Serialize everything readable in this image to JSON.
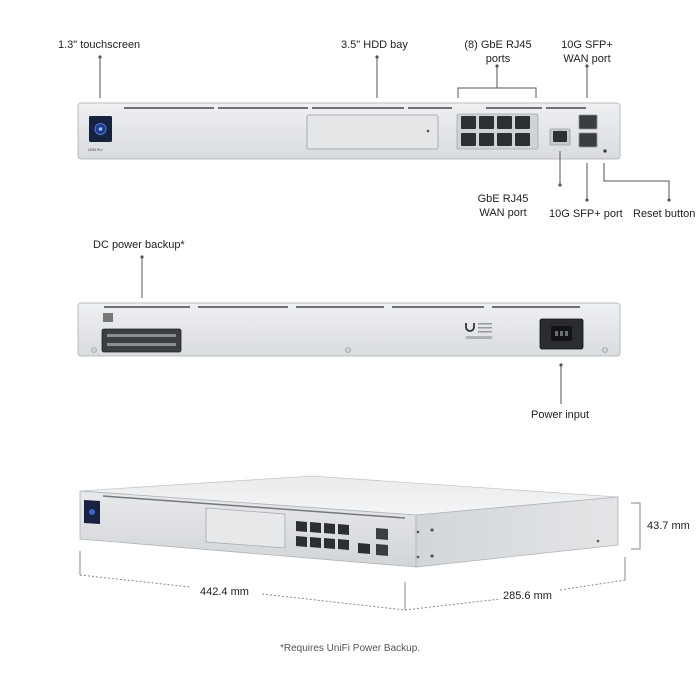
{
  "front_view": {
    "labels": {
      "touchscreen": "1.3\" touchscreen",
      "hdd_bay": "3.5\" HDD bay",
      "rj45_ports_line1": "(8) GbE RJ45",
      "rj45_ports_line2": "ports",
      "sfp_wan_line1": "10G SFP+",
      "sfp_wan_line2": "WAN port",
      "gbe_wan_line1": "GbE RJ45",
      "gbe_wan_line2": "WAN port",
      "sfp_port": "10G SFP+ port",
      "reset_button": "Reset button"
    },
    "screen_text": "UDM Pro"
  },
  "rear_view": {
    "labels": {
      "dc_backup": "DC power backup*",
      "power_input": "Power input"
    }
  },
  "dimensions": {
    "width": "442.4 mm",
    "depth": "285.6 mm",
    "height": "43.7 mm"
  },
  "footnote": "*Requires UniFi Power Backup."
}
